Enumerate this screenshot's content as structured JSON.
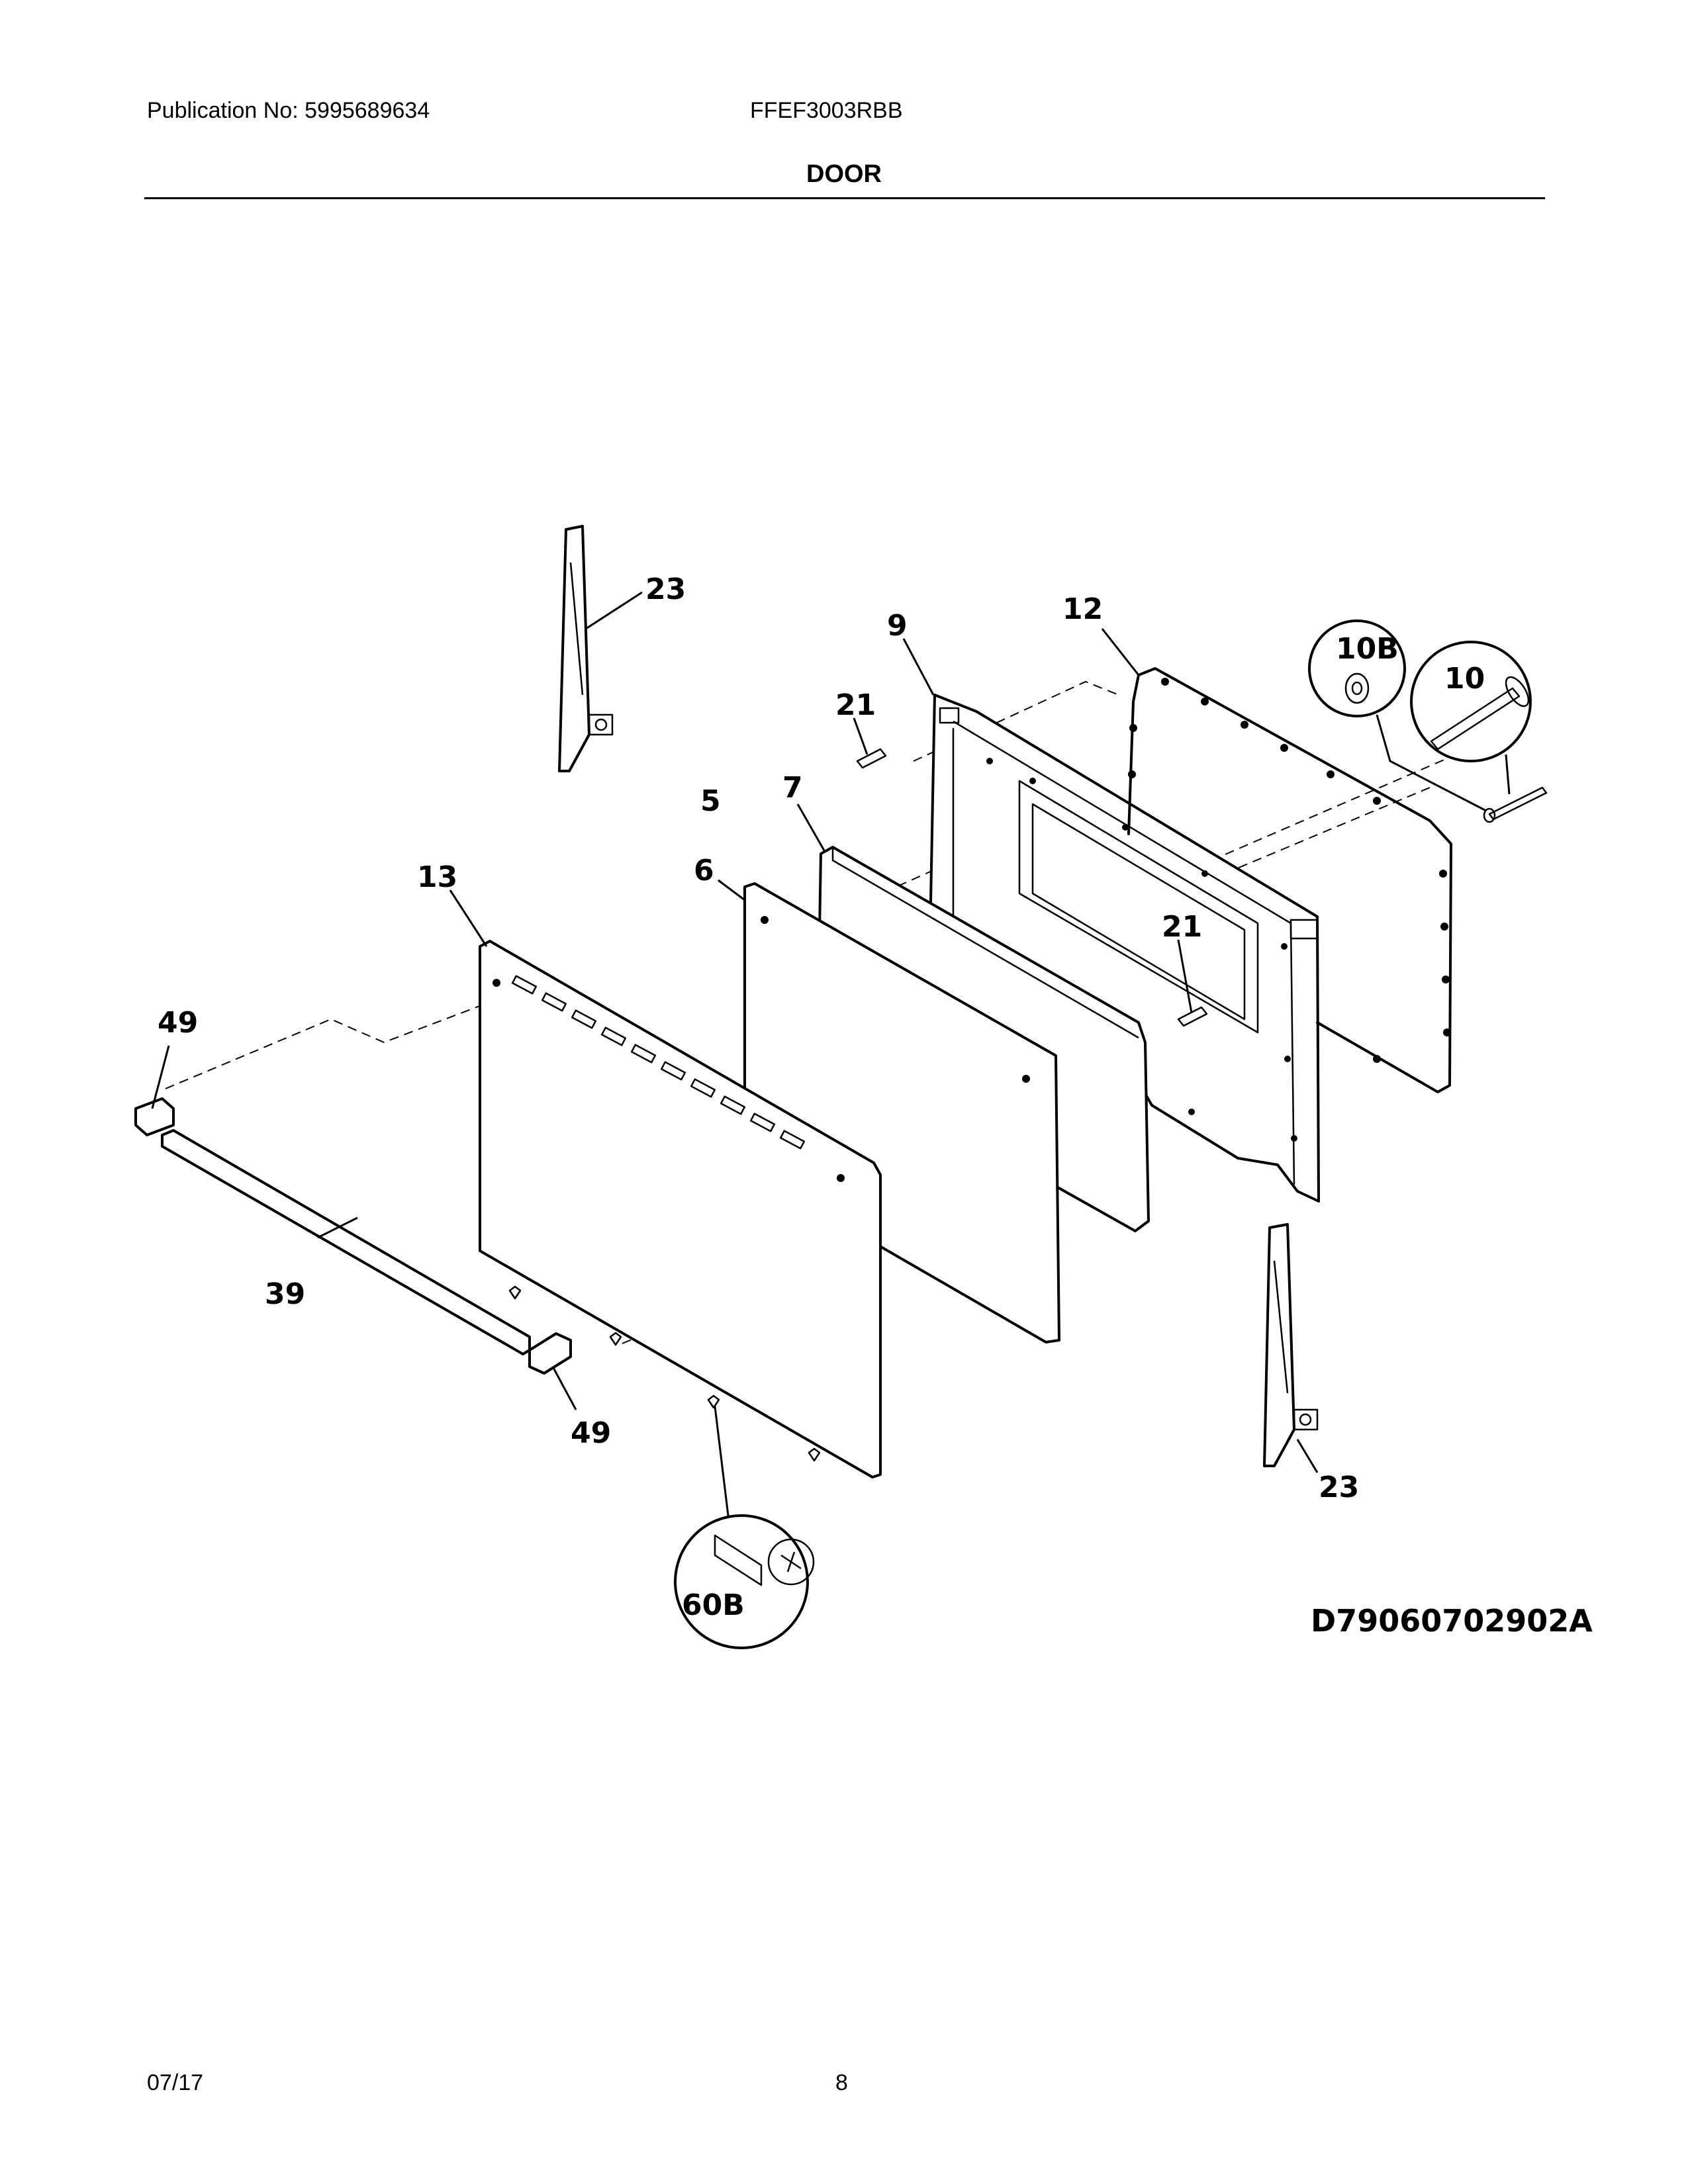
{
  "header": {
    "publication": "Publication No: 5995689634",
    "model": "FFEF3003RBB",
    "section": "DOOR"
  },
  "footer": {
    "date": "07/17",
    "page": "8"
  },
  "diagram": {
    "code": "D79060702902A",
    "labels": {
      "hinge_top": "23",
      "hinge_bottom": "23",
      "door_liner": "9",
      "gasket": "12",
      "washer": "10B",
      "screw_10": "10",
      "stop_upper": "21",
      "stop_lower": "21",
      "part_5": "5",
      "insulation": "7",
      "glass": "6",
      "outer_panel": "13",
      "cap_left": "49",
      "cap_right": "49",
      "trim": "39",
      "screw_60b": "60B"
    }
  }
}
